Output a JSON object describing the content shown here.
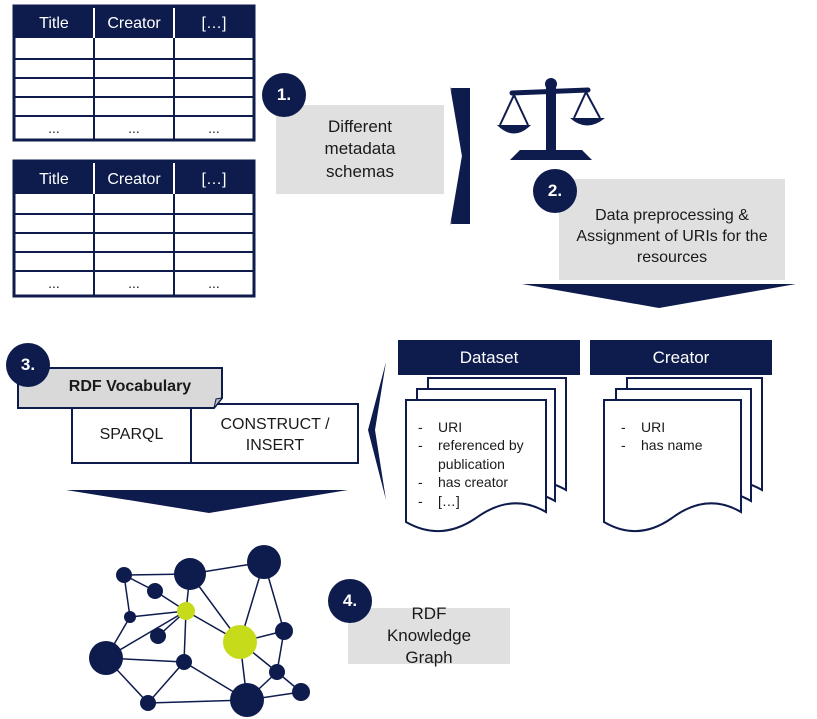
{
  "tables": [
    {
      "headers": [
        "Title",
        "Creator",
        "[…]"
      ],
      "ellipsis": [
        "...",
        "...",
        "..."
      ]
    },
    {
      "headers": [
        "Title",
        "Creator",
        "[…]"
      ],
      "ellipsis": [
        "...",
        "...",
        "..."
      ]
    }
  ],
  "steps": {
    "step1": {
      "number": "1.",
      "label": "Different metadata schemas"
    },
    "step2": {
      "number": "2.",
      "label": "Data preprocessing & Assignment of URIs for the resources"
    },
    "step3": {
      "number": "3.",
      "vocab_label": "RDF Vocabulary",
      "sparql_label": "SPARQL",
      "construct_label": "CONSTRUCT / INSERT"
    },
    "step4": {
      "number": "4.",
      "label": "RDF Knowledge Graph"
    }
  },
  "resources": {
    "dataset": {
      "title": "Dataset",
      "attributes": [
        "URI",
        "referenced by publication",
        "has creator",
        "[…]"
      ]
    },
    "creator": {
      "title": "Creator",
      "attributes": [
        "URI",
        "has name"
      ]
    }
  },
  "icons": {
    "scale": "balance-scale-icon",
    "graph": "knowledge-graph-icon"
  },
  "colors": {
    "navy": "#0e1b4d",
    "gray": "#e0e0e0",
    "highlight": "#c6dc1a"
  }
}
